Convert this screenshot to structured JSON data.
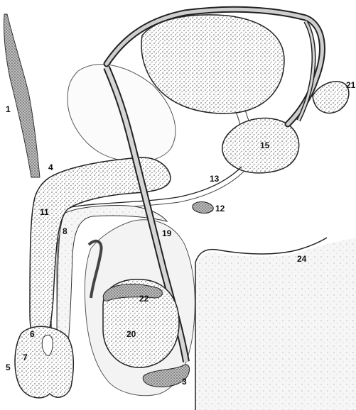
{
  "colors": {
    "ink": "#1a1a1a",
    "stipple": "#7a7a7a",
    "paper": "#ffffff",
    "tone": "#d9d9d9"
  },
  "labels": {
    "l1": "1",
    "l3": "3",
    "l4": "4",
    "l5": "5",
    "l6": "6",
    "l7": "7",
    "l8": "8",
    "l11": "11",
    "l12": "12",
    "l13": "13",
    "l15": "15",
    "l19": "19",
    "l20": "20",
    "l21": "21",
    "l22": "22",
    "l24": "24"
  }
}
